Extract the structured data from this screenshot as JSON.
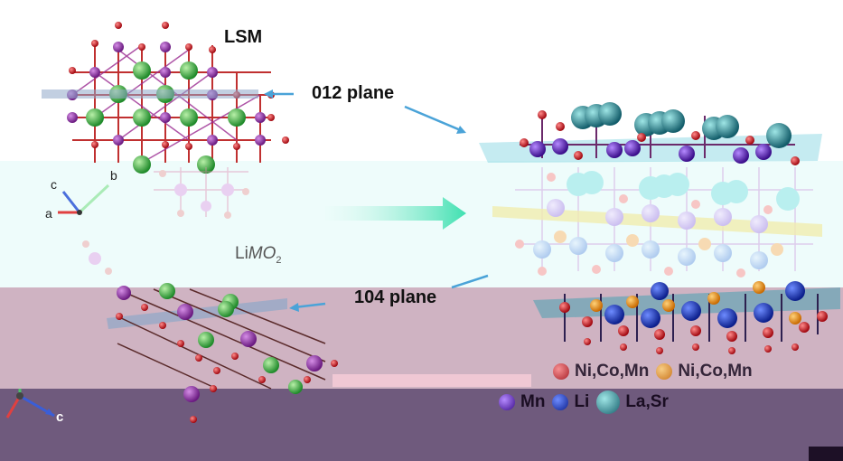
{
  "labels": {
    "lsm": "LSM",
    "plane_012": "012 plane",
    "plane_104": "104 plane",
    "limo2_prefix": "Li",
    "limo2_italic": "MO",
    "limo2_sub": "2"
  },
  "axes_top": {
    "c": "c",
    "a": "a",
    "b": "b"
  },
  "axes_bottom": {
    "c": "c"
  },
  "legend": {
    "row1": [
      {
        "label": "Ni,Co,Mn",
        "color": "#c0161e"
      },
      {
        "label": "Ni,Co,Mn",
        "color": "#f0a020"
      }
    ],
    "row2": [
      {
        "label": "Mn",
        "color": "#6a1fa6"
      },
      {
        "label": "Li",
        "color": "#1d3ec4"
      },
      {
        "label": "La,Sr",
        "color": "#1f7d8a"
      }
    ]
  }
}
